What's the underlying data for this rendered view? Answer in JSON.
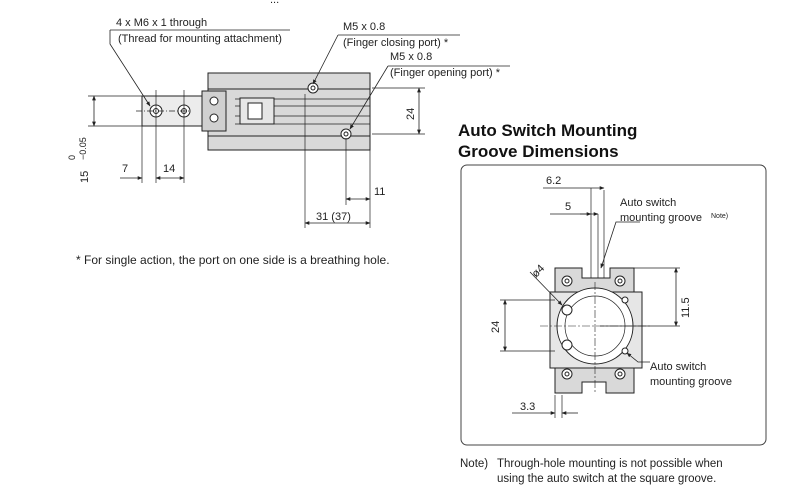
{
  "top_fragment": "...",
  "left_diagram": {
    "callout_mount": "4 x M6 x 1 through",
    "callout_mount_sub": "(Thread for mounting attachment)",
    "port_close": "M5 x 0.8",
    "port_close_sub": "(Finger closing port) *",
    "port_open": "M5 x 0.8",
    "port_open_sub": "(Finger opening port) *",
    "dim_24": "24",
    "dim_7": "7",
    "dim_14": "14",
    "dim_11": "11",
    "dim_31": "31 (37)",
    "dim_15": "15",
    "dim_tol_upper": "0",
    "dim_tol_lower": "−0.05"
  },
  "footnote": "* For single action, the port on one side is a breathing hole.",
  "groove_section": {
    "title_line1": "Auto Switch Mounting",
    "title_line2": "Groove Dimensions",
    "dim_62": "6.2",
    "dim_5": "5",
    "label_groove_note_1": "Auto switch",
    "label_groove_note_2": "mounting groove",
    "label_groove_note_sup": "Note)",
    "dim_phi4": "ø4",
    "dim_115": "11.5",
    "dim_24": "24",
    "label_groove_1": "Auto switch",
    "label_groove_2": "mounting groove",
    "dim_33": "3.3",
    "note_prefix": "Note)",
    "note_line1": "Through-hole mounting is not possible when",
    "note_line2": "using the auto switch at the square groove."
  }
}
